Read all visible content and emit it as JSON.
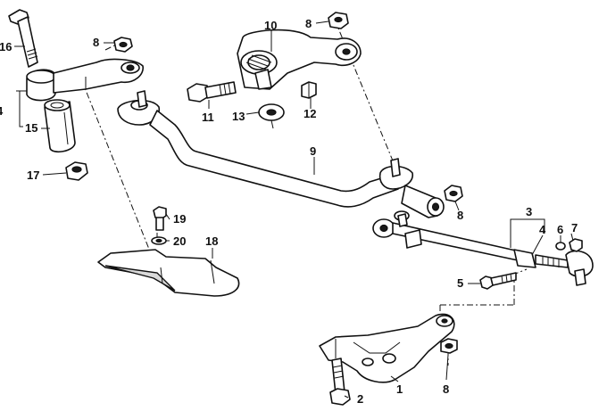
{
  "diagram": {
    "callouts": [
      {
        "id": "c1",
        "label": "1"
      },
      {
        "id": "c2",
        "label": "2"
      },
      {
        "id": "c3",
        "label": "3"
      },
      {
        "id": "c4a",
        "label": "4"
      },
      {
        "id": "c5",
        "label": "5"
      },
      {
        "id": "c6",
        "label": "6"
      },
      {
        "id": "c7",
        "label": "7"
      },
      {
        "id": "c8a",
        "label": "8"
      },
      {
        "id": "c8b",
        "label": "8"
      },
      {
        "id": "c8c",
        "label": "8"
      },
      {
        "id": "c8d",
        "label": "8"
      },
      {
        "id": "c9",
        "label": "9"
      },
      {
        "id": "c10",
        "label": "10"
      },
      {
        "id": "c11",
        "label": "11"
      },
      {
        "id": "c12",
        "label": "12"
      },
      {
        "id": "c13",
        "label": "13"
      },
      {
        "id": "c14",
        "label": "4"
      },
      {
        "id": "c15",
        "label": "15"
      },
      {
        "id": "c16",
        "label": "16"
      },
      {
        "id": "c17",
        "label": "17"
      },
      {
        "id": "c18",
        "label": "18"
      },
      {
        "id": "c19",
        "label": "19"
      },
      {
        "id": "c20",
        "label": "20"
      }
    ]
  }
}
